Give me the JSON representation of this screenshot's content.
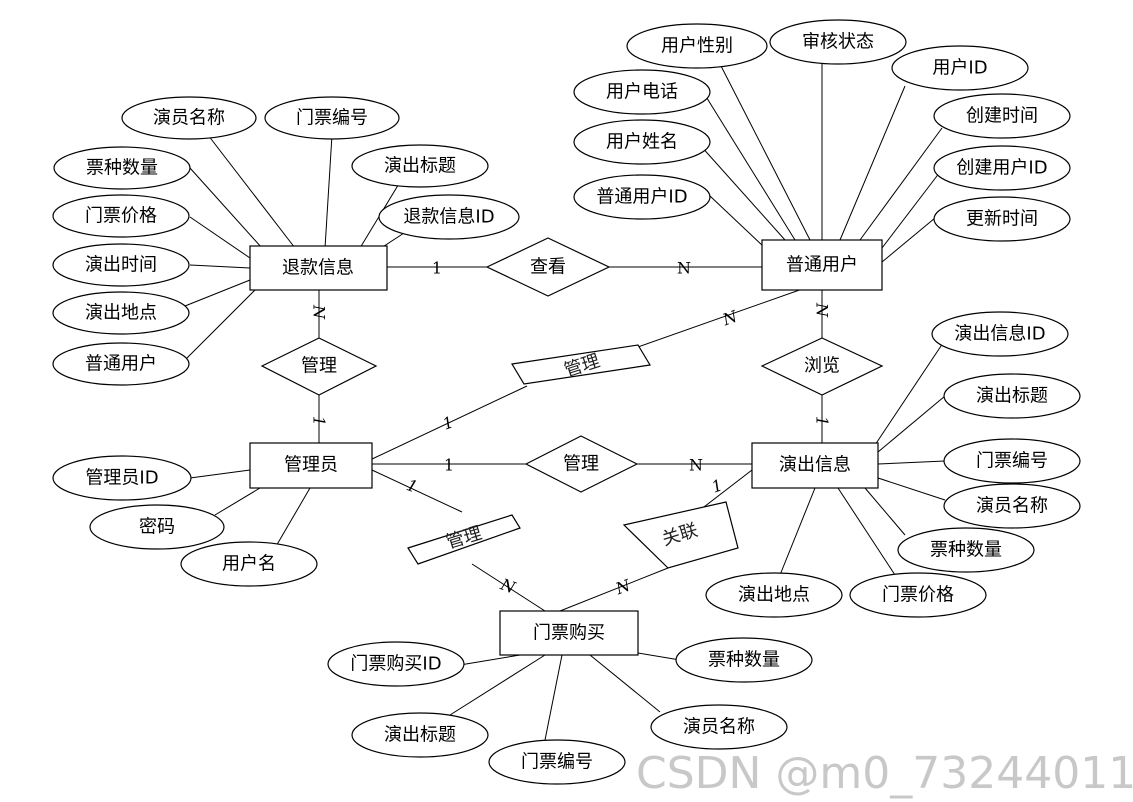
{
  "entities": {
    "refund": "退款信息",
    "regular_user": "普通用户",
    "admin": "管理员",
    "show_info": "演出信息",
    "ticket_purchase": "门票购买"
  },
  "relationships": {
    "view": "查看",
    "manage_refund": "管理",
    "browse": "浏览",
    "manage_user": "管理",
    "manage_show": "管理",
    "manage_purchase": "管理",
    "associate": "关联"
  },
  "attributes": {
    "refund": [
      "演员名称",
      "门票编号",
      "票种数量",
      "演出标题",
      "门票价格",
      "退款信息ID",
      "演出时间",
      "演出地点",
      "普通用户"
    ],
    "regular_user": [
      "用户性别",
      "审核状态",
      "用户电话",
      "用户ID",
      "用户姓名",
      "创建时间",
      "普通用户ID",
      "创建用户ID",
      "更新时间"
    ],
    "admin": [
      "管理员ID",
      "密码",
      "用户名"
    ],
    "show_info": [
      "演出信息ID",
      "演出标题",
      "门票编号",
      "演员名称",
      "票种数量",
      "门票价格",
      "演出地点"
    ],
    "ticket_purchase": [
      "门票购买ID",
      "票种数量",
      "演出标题",
      "演员名称",
      "门票编号"
    ]
  },
  "cardinalities": {
    "refund_view": "1",
    "view_user": "N",
    "refund_manage": "N",
    "manage_admin": "1",
    "user_browse": "N",
    "browse_show": "1",
    "user_manage": "N",
    "manage_admin_user": "1",
    "admin_manage_show": "1",
    "manage_show": "N",
    "admin_manage_purchase": "1",
    "manage_purchase": "N",
    "show_associate": "1",
    "associate_purchase": "N"
  },
  "watermark": "CSDN @m0_73244011"
}
